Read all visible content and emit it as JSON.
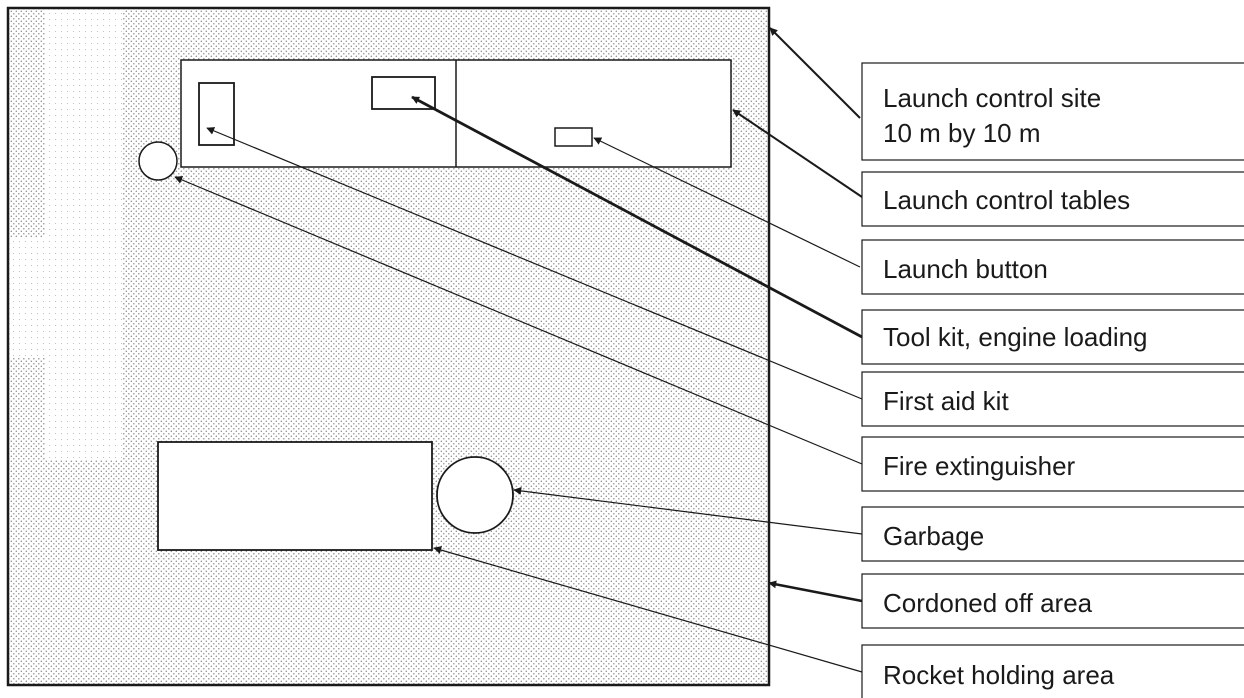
{
  "diagram": {
    "labels": {
      "launch_control_site_line1": "Launch control site",
      "launch_control_site_line2": "10 m by 10 m",
      "launch_control_tables": "Launch control tables",
      "launch_button": "Launch button",
      "tool_kit": "Tool kit, engine loading",
      "first_aid_kit": "First aid kit",
      "fire_extinguisher": "Fire extinguisher",
      "garbage": "Garbage",
      "cordoned_off_area": "Cordoned off area",
      "rocket_holding_area": "Rocket holding area"
    },
    "colors": {
      "stroke": "#1a1a1a",
      "stipple": "#9a9a9a",
      "background": "#ffffff"
    }
  }
}
